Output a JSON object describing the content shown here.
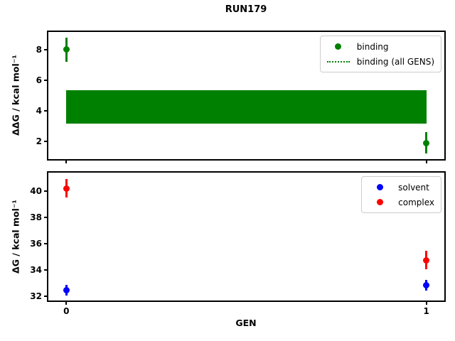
{
  "title": "RUN179",
  "xlabel": "GEN",
  "chart_data": [
    {
      "type": "scatter",
      "id": "binding",
      "ylabel": "ΔΔG / kcal mol⁻¹",
      "xlim": [
        -0.05,
        1.05
      ],
      "ylim": [
        0.84,
        9.16
      ],
      "yticks": [
        2,
        4,
        6,
        8
      ],
      "xticks": [
        0,
        1
      ],
      "xticklabels": [
        "",
        ""
      ],
      "show_xticklabels": false,
      "grid": false,
      "series": [
        {
          "name": "binding",
          "color": "#008000",
          "marker": "circle",
          "x": [
            0,
            1
          ],
          "y": [
            8.0,
            1.9
          ],
          "yerr": [
            0.8,
            0.7
          ]
        }
      ],
      "band": {
        "name": "binding (all GENS)",
        "color": "#008000",
        "linestyle": "dotted",
        "x_range": [
          0,
          1
        ],
        "y_low": 3.15,
        "y_high": 5.35
      },
      "legend": {
        "position": "upper right",
        "entries": [
          {
            "label": "binding",
            "marker": "dot",
            "color": "#008000"
          },
          {
            "label": "binding (all GENS)",
            "marker": "dotted-line",
            "color": "#008000"
          }
        ]
      }
    },
    {
      "type": "scatter",
      "id": "dg",
      "ylabel": "ΔG / kcal mol⁻¹",
      "xlim": [
        -0.05,
        1.05
      ],
      "ylim": [
        31.67,
        41.41
      ],
      "yticks": [
        32,
        34,
        36,
        38,
        40
      ],
      "xticks": [
        0,
        1
      ],
      "xticklabels": [
        "0",
        "1"
      ],
      "show_xticklabels": true,
      "grid": false,
      "series": [
        {
          "name": "solvent",
          "color": "#0000ff",
          "marker": "circle",
          "x": [
            0,
            1
          ],
          "y": [
            32.45,
            32.85
          ],
          "yerr": [
            0.4,
            0.4
          ]
        },
        {
          "name": "complex",
          "color": "#ff0000",
          "marker": "circle",
          "x": [
            0,
            1
          ],
          "y": [
            40.2,
            34.75
          ],
          "yerr": [
            0.7,
            0.7
          ]
        }
      ],
      "legend": {
        "position": "upper right",
        "entries": [
          {
            "label": "solvent",
            "marker": "dot",
            "color": "#0000ff"
          },
          {
            "label": "complex",
            "marker": "dot",
            "color": "#ff0000"
          }
        ]
      }
    }
  ]
}
